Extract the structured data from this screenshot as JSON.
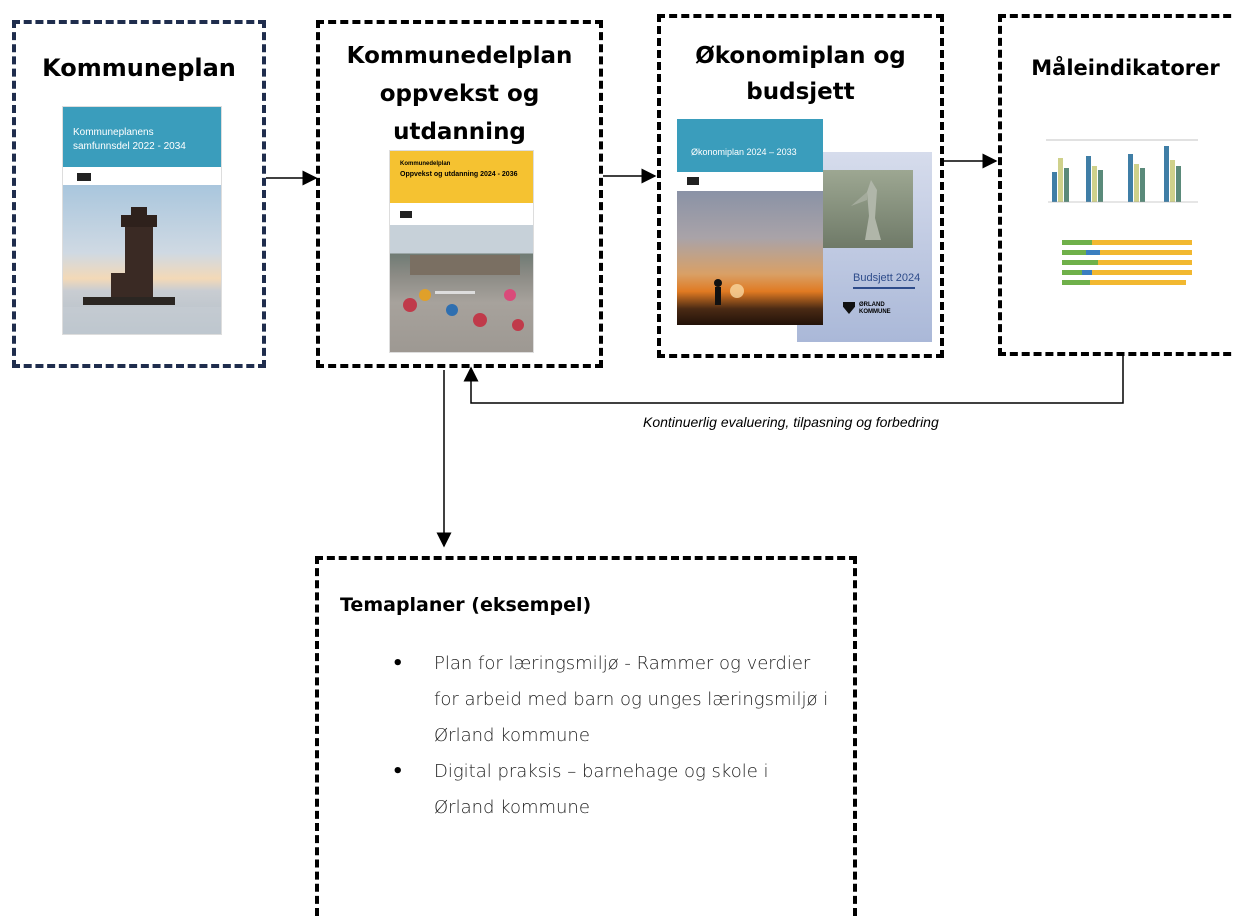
{
  "boxes": {
    "kommuneplan": {
      "title": "Kommuneplan",
      "cover": {
        "line1": "Kommuneplanens",
        "line2": "samfunnsdel 2022 - 2034",
        "header_color": "#3a9dbc"
      }
    },
    "kommunedelplan": {
      "title_line1": "Kommunedelplan",
      "title_line2": "oppvekst og",
      "title_line3": "utdanning",
      "cover": {
        "small": "Kommunedelplan",
        "title": "Oppvekst og utdanning 2024 - 2036",
        "header_color": "#f5c231"
      }
    },
    "okonomiplan": {
      "title_line1": "Økonomiplan og",
      "title_line2": "budsjett",
      "cover1": {
        "title": "Økonomiplan 2024 – 2033",
        "header_color": "#3a9dbc"
      },
      "cover2": {
        "title": "Budsjett 2024",
        "brand_line1": "ØRLAND",
        "brand_line2": "KOMMUNE"
      }
    },
    "maleindikatorer": {
      "title": "Måleindikatorer"
    }
  },
  "feedback_caption": "Kontinuerlig evaluering, tilpasning og forbedring",
  "temaplaner": {
    "title": "Temaplaner (eksempel)",
    "items": [
      {
        "line1": "Plan for læringsmiljø - Rammer og verdier",
        "line2": "for arbeid med barn og unges læringsmiljø i",
        "line3": "Ørland kommune"
      },
      {
        "line1": "Digital praksis – barnehage og skole i",
        "line2": "Ørland kommune"
      }
    ]
  },
  "colors": {
    "navy_border": "#1f2d4d",
    "teal": "#3a9dbc",
    "yellow": "#f5c231"
  }
}
